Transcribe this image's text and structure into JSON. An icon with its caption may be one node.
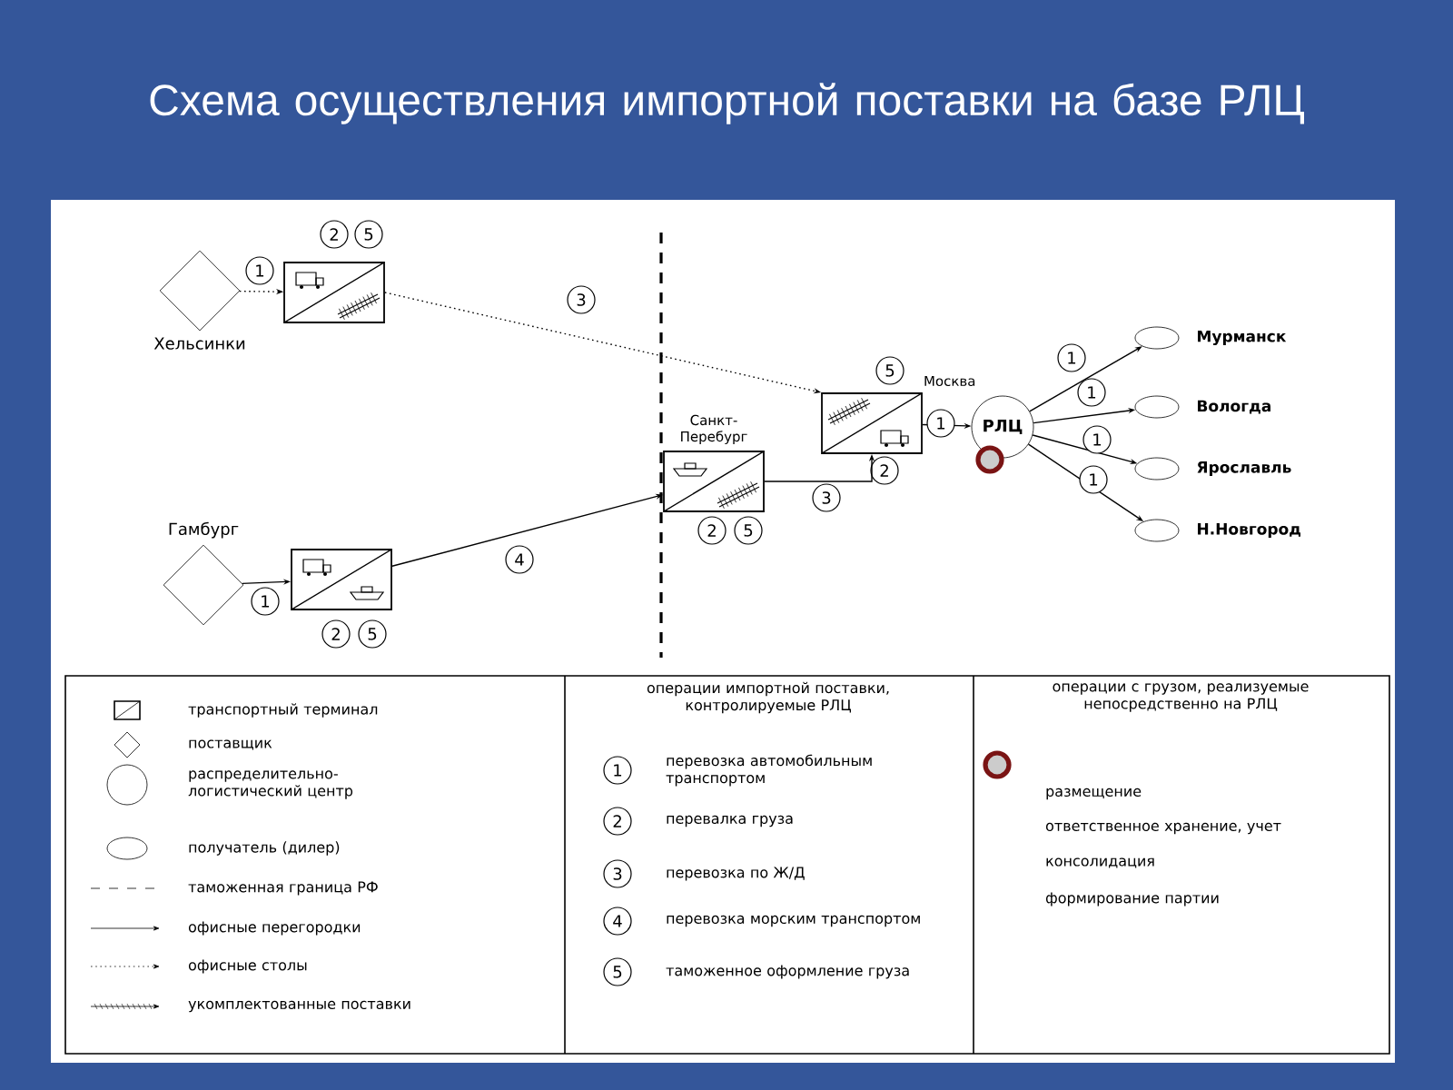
{
  "diagram": {
    "title": "Схема осуществления импортной поставки на базе РЛЦ",
    "nodes": [
      {
        "text": [
          "Хельсинки"
        ]
      },
      {
        "text": [],
        "shape": "box",
        "beside": [
          "2",
          "5"
        ]
      },
      {
        "text": [
          "Гамбург"
        ]
      },
      {
        "text": [],
        "shape": "box",
        "beside": [
          "2",
          "5"
        ]
      },
      {
        "text": [
          "Санкт-Перебург"
        ],
        "beside": [
          "2",
          "5"
        ]
      },
      {
        "text": [
          "Москва"
        ],
        "beside": [
          "5",
          "2"
        ]
      },
      {
        "text": [
          "РЛЦ"
        ]
      },
      {
        "text": [
          "Мурманск"
        ]
      },
      {
        "text": [
          "Вологда"
        ]
      },
      {
        "text": [
          "Ярославль"
        ]
      },
      {
        "text": [
          "Н.Новгород"
        ]
      }
    ],
    "edges": [
      {
        "from": 0,
        "to": 1,
        "arrow": "to",
        "label": "1",
        "style": "dashed"
      },
      {
        "from": 1,
        "to": 5,
        "arrow": "to",
        "label": "3",
        "style": "dashed"
      },
      {
        "from": 2,
        "to": 3,
        "arrow": "to",
        "label": "1"
      },
      {
        "from": 3,
        "to": 4,
        "arrow": "to",
        "label": "4"
      },
      {
        "from": 4,
        "to": 5,
        "arrow": "to",
        "label": "3"
      },
      {
        "from": 5,
        "to": 6,
        "arrow": "to",
        "label": "1"
      },
      {
        "from": 6,
        "to": 7,
        "arrow": "to",
        "label": "1"
      },
      {
        "from": 6,
        "to": 8,
        "arrow": "to",
        "label": "1"
      },
      {
        "from": 6,
        "to": 9,
        "arrow": "to",
        "label": "1"
      },
      {
        "from": 6,
        "to": 10,
        "arrow": "to",
        "label": "1"
      }
    ],
    "labels": [
      "операции импортной поставки, контролируемые РЛЦ",
      "1",
      "перевозка автомобильным транспортом",
      "2",
      "перевалка груза",
      "3",
      "перевозка по Ж/Д",
      "4",
      "перевозка морским транспортом",
      "5",
      "таможенное оформление груза",
      "операции с грузом, реализуемые непосредственно на РЛЦ",
      "размещение",
      "ответственное хранение, учет",
      "консолидация",
      "формирование партии"
    ],
    "legend": [
      {
        "text": "транспортный терминал"
      },
      {
        "text": "поставщик"
      },
      {
        "text": "распределительно-логистический центр"
      },
      {
        "text": "получатель (дилер)"
      },
      {
        "text": "таможенная граница РФ"
      },
      {
        "text": "офисные перегородки"
      },
      {
        "text": "офисные столы"
      },
      {
        "text": "укомплектованные поставки"
      }
    ]
  }
}
